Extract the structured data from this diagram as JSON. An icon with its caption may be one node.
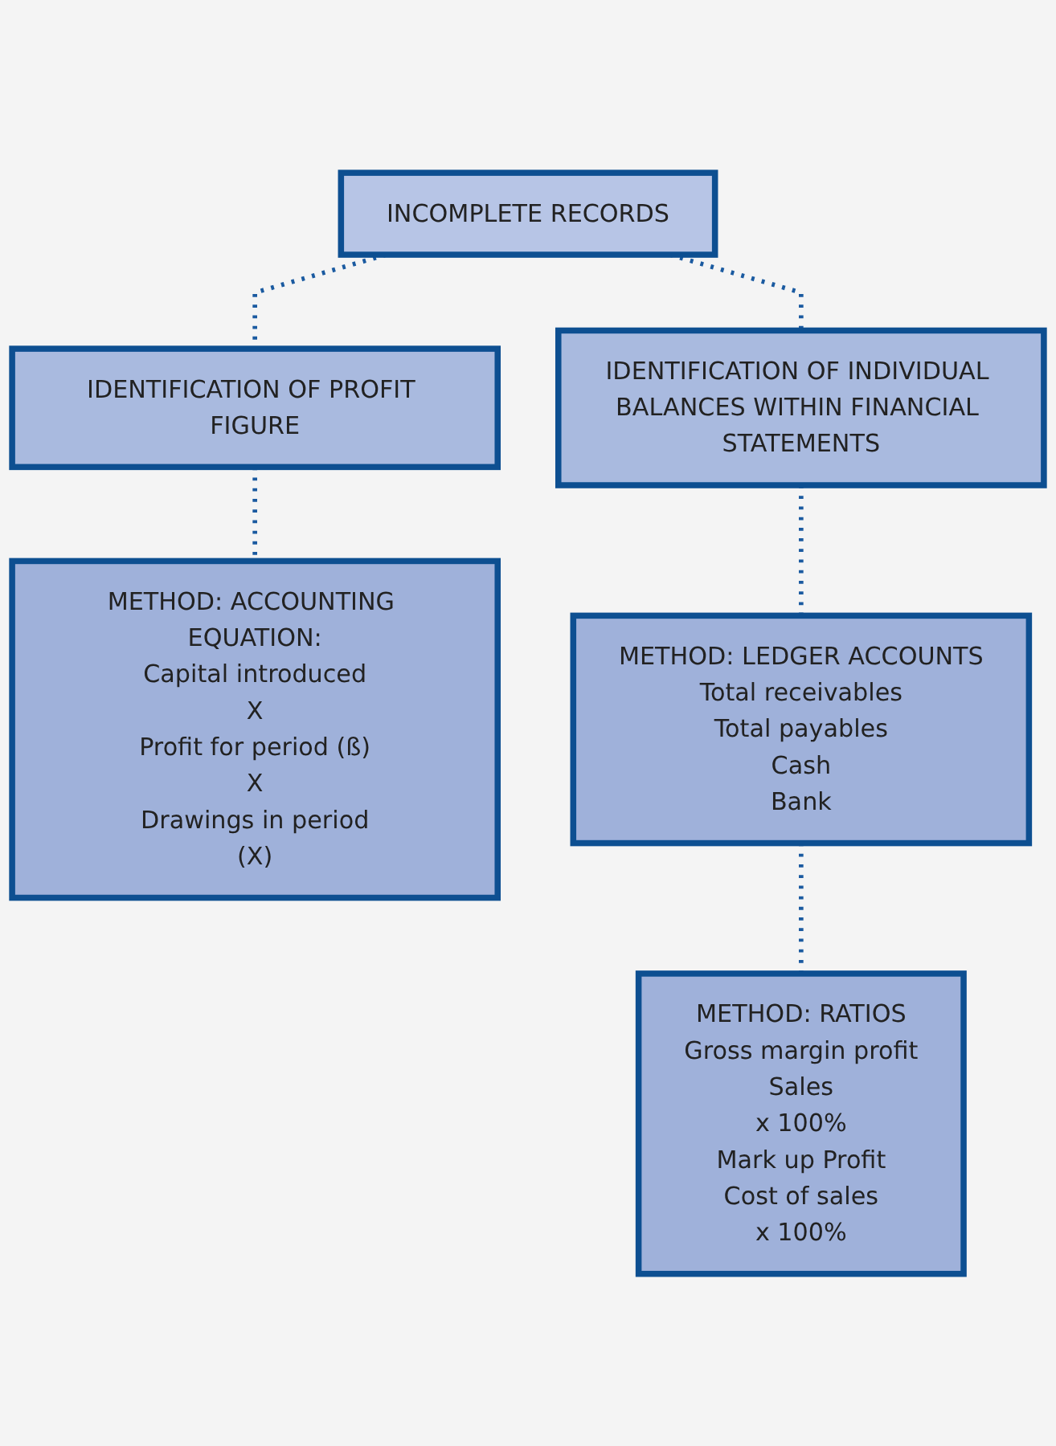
{
  "diagram": {
    "nodes": [
      {
        "text": [
          "INCOMPLETE RECORDS"
        ]
      },
      {
        "text": [
          "IDENTIFICATION OF PROFIT FIGURE"
        ]
      },
      {
        "text": [
          "IDENTIFICATION OF INDIVIDUAL BALANCES WITHIN FINANCIAL STATEMENTS"
        ]
      },
      {
        "text": [
          "METHOD: ACCOUNTING EQUATION:",
          "Capital introduced",
          "X",
          "Profit for period (ß)",
          "X",
          "Drawings in period",
          "(X)"
        ]
      },
      {
        "text": [
          "METHOD: LEDGER ACCOUNTS",
          "Total receivables",
          "Total payables",
          "Cash",
          "Bank"
        ]
      },
      {
        "text": [
          "METHOD: RATIOS",
          "Gross margin profit",
          "Sales",
          "x 100%",
          "Mark up Profit",
          "Cost of sales",
          "x 100%"
        ]
      }
    ],
    "edges": [
      {
        "from": 0,
        "to": 1,
        "arrow": "none",
        "style": "dashed"
      },
      {
        "from": 0,
        "to": 2,
        "arrow": "none",
        "style": "dashed"
      },
      {
        "from": 1,
        "to": 3,
        "arrow": "none",
        "style": "dashed"
      },
      {
        "from": 2,
        "to": 4,
        "arrow": "none",
        "style": "dashed"
      },
      {
        "from": 4,
        "to": 5,
        "arrow": "none",
        "style": "dashed"
      }
    ]
  }
}
